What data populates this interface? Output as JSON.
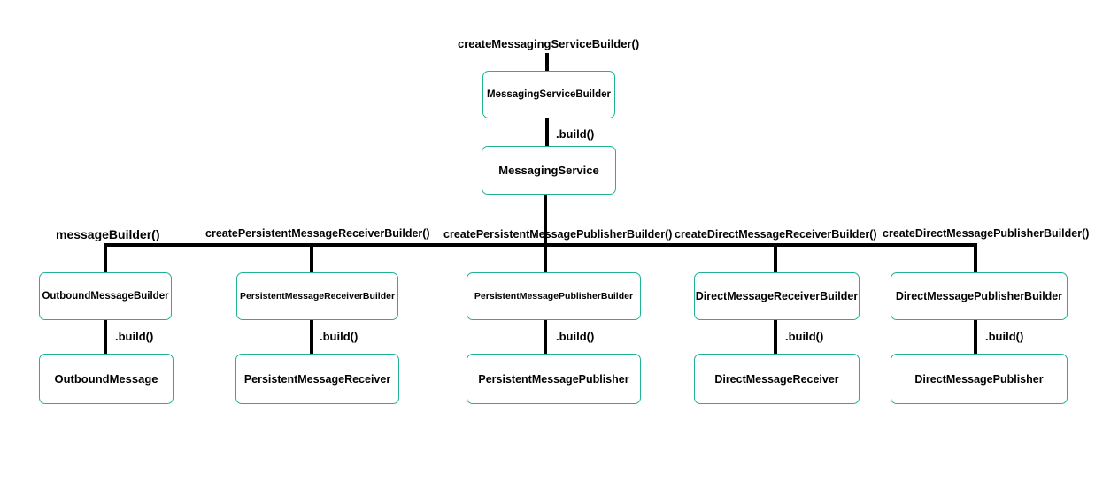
{
  "top": {
    "factory_label": "createMessagingServiceBuilder()",
    "builder_box": "MessagingServiceBuilder",
    "build_label": ".build()",
    "service_box": "MessagingService"
  },
  "branches": [
    {
      "method_label": "messageBuilder()",
      "builder_box": "OutboundMessageBuilder",
      "build_label": ".build()",
      "result_box": "OutboundMessage"
    },
    {
      "method_label": "createPersistentMessageReceiverBuilder()",
      "builder_box": "PersistentMessageReceiverBuilder",
      "build_label": ".build()",
      "result_box": "PersistentMessageReceiver"
    },
    {
      "method_label": "createPersistentMessagePublisherBuilder()",
      "builder_box": "PersistentMessagePublisherBuilder",
      "build_label": ".build()",
      "result_box": "PersistentMessagePublisher"
    },
    {
      "method_label": "createDirectMessageReceiverBuilder()",
      "builder_box": "DirectMessageReceiverBuilder",
      "build_label": ".build()",
      "result_box": "DirectMessageReceiver"
    },
    {
      "method_label": "createDirectMessagePublisherBuilder()",
      "builder_box": "DirectMessagePublisherBuilder",
      "build_label": ".build()",
      "result_box": "DirectMessagePublisher"
    }
  ],
  "colors": {
    "box_border": "#1fb394",
    "connector": "#000000"
  }
}
